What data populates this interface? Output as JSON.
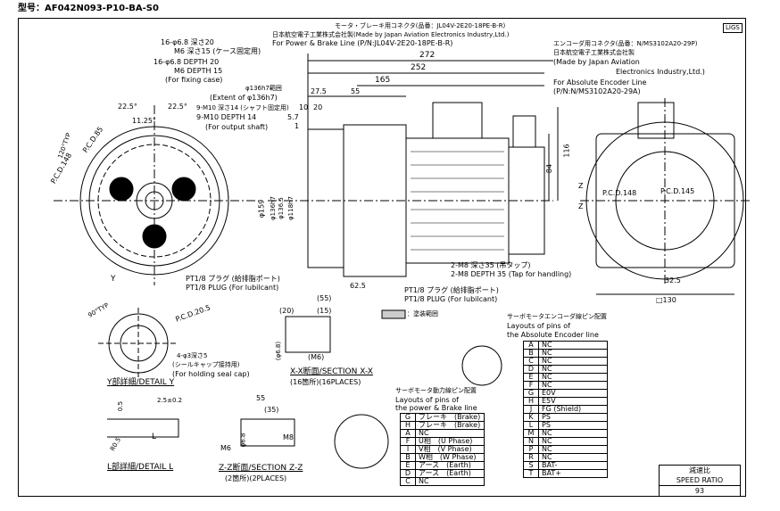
{
  "title": "型号：AF042N093-P10-BA-S0",
  "logo_text": "LIGS",
  "labels": {
    "motor_brake_connector_jp": "モータ・ブレーキ用コネクタ(品番：JL04V-2E20-18PE-B-R)",
    "jae_jp": "日本航空電子工業株式会社製(Made by Japan Aviation Electronics Industry,Ltd.)",
    "for_power_brake": "For Power & Brake Line (P/N:JL04V-2E20-18PE-B-R)",
    "encoder_connector_jp": "エンコーダ用コネクタ(品番：N/MS3102A20-29P)",
    "jae_jp2": "日本航空電子工業株式会社製",
    "made_by_japan": "(Made by Japan Aviation",
    "electronics": "Electronics Industry,Ltd.)",
    "for_abs_encoder": "For Absolute Encoder Line",
    "pn_encoder": "(P/N:N/MS3102A20-29A)",
    "hole1_jp": "16-φ6.8 深さ20",
    "hole2_jp": "M6 深さ15 (ケース固定用)",
    "hole3": "16-φ6.8 DEPTH 20",
    "hole4": "M6 DEPTH 15",
    "hole5": "(For fixing case)",
    "phi136_jp": "φ136h7範囲",
    "phi136": "(Extent of φ136h7)",
    "m10_jp": "9-M10 深さ14 (シャフト固定用)",
    "m10": "9-M10 DEPTH 14",
    "m10b": "(For output shaft)",
    "pcd85": "P.C.D.85",
    "pcd148": "P.C.D.148",
    "pcd148b": "P.C.D.148",
    "pcd145": "P.C.D.145",
    "a225": "22.5°",
    "a225b": "22.5°",
    "a1125": "11.25°",
    "a120": "120°TYP",
    "a90": "90°TYP",
    "pcd205": "P.C.D.20.5",
    "pt_plug_jp": "PT1/8 プラグ (給排脂ポート)",
    "pt_plug": "PT1/8 PLUG (For lubilcant)",
    "pt_plug2_jp": "PT1/8 プラグ (給排脂ポート)",
    "pt_plug2": "PT1/8 PLUG (For lubilcant)",
    "m8_jp": "2-M8 深さ35 (吊タップ)",
    "m8": "2-M8 DEPTH 35 (Tap for handling)",
    "seal_jp": "4-φ3深さ5",
    "seal_jp2": "(シールキャップ接持用)",
    "seal": "(For holding seal cap)",
    "detail_y": "Y部詳細/DETAIL Y",
    "detail_l": "L部詳細/DETAIL L",
    "section_x": "X-X断面/SECTION X-X",
    "section_x_sub": "(16箇所)(16PLACES)",
    "section_z": "Z-Z断面/SECTION Z-Z",
    "section_z_sub": "(2箇所)(2PLACES)",
    "coating_jp": "：塗装範囲",
    "d272": "272",
    "d252": "252",
    "d165": "165",
    "d275": "27.5",
    "d55": "55",
    "d10": "10",
    "d20": "20",
    "d57": "5.7",
    "d1": "1",
    "d625": "62.5",
    "d116": "116",
    "d84": "84",
    "d325": "32.5",
    "d130": "□130",
    "d159": "φ159",
    "d136": "φ136h7",
    "d136b": "φ136.5",
    "d118": "φ118h7",
    "x55": "(55)",
    "x20": "(20)",
    "x15": "(15)",
    "x68": "(φ6.8)",
    "xm6": "(M6)",
    "z55": "55",
    "z35": "(35)",
    "zm6": "M6",
    "z68": "φ6.8",
    "zm8": "M8",
    "l05": "0.5",
    "l25": "2.5±0.2",
    "lr05": "R0.5",
    "z": "Z",
    "y": "Y",
    "l": "L"
  },
  "encoder_table": {
    "title_jp": "サーボモータエンコーダ線ピン配置",
    "title1": "Layouts of pins of",
    "title2": "the Absolute Encoder line",
    "rows": [
      [
        "A",
        "NC"
      ],
      [
        "B",
        "NC"
      ],
      [
        "C",
        "NC"
      ],
      [
        "D",
        "NC"
      ],
      [
        "E",
        "NC"
      ],
      [
        "F",
        "NC"
      ],
      [
        "G",
        "E0V"
      ],
      [
        "H",
        "E5V"
      ],
      [
        "J",
        "FG (Shield)"
      ],
      [
        "K",
        "PS"
      ],
      [
        "L",
        "PS"
      ],
      [
        "M",
        "NC"
      ],
      [
        "N",
        "NC"
      ],
      [
        "P",
        "NC"
      ],
      [
        "R",
        "NC"
      ],
      [
        "S",
        "BAT-"
      ],
      [
        "T",
        "BAT+"
      ]
    ]
  },
  "power_table": {
    "title_jp": "サーボモータ動力線ピン配置",
    "title1": "Layouts of pins of",
    "title2": "the power & Brake line",
    "rows": [
      [
        "G",
        "ブレーキ　(Brake)"
      ],
      [
        "H",
        "ブレーキ　(Brake)"
      ],
      [
        "A",
        "NC"
      ],
      [
        "F",
        "U相　(U Phase)"
      ],
      [
        "I",
        "V相　(V Phase)"
      ],
      [
        "B",
        "W相　(W Phase)"
      ],
      [
        "E",
        "アース　(Earth)"
      ],
      [
        "D",
        "アース　(Earth)"
      ],
      [
        "C",
        "NC"
      ]
    ]
  },
  "speed_ratio": {
    "label_jp": "減速比",
    "label": "SPEED RATIO",
    "value": "93"
  }
}
